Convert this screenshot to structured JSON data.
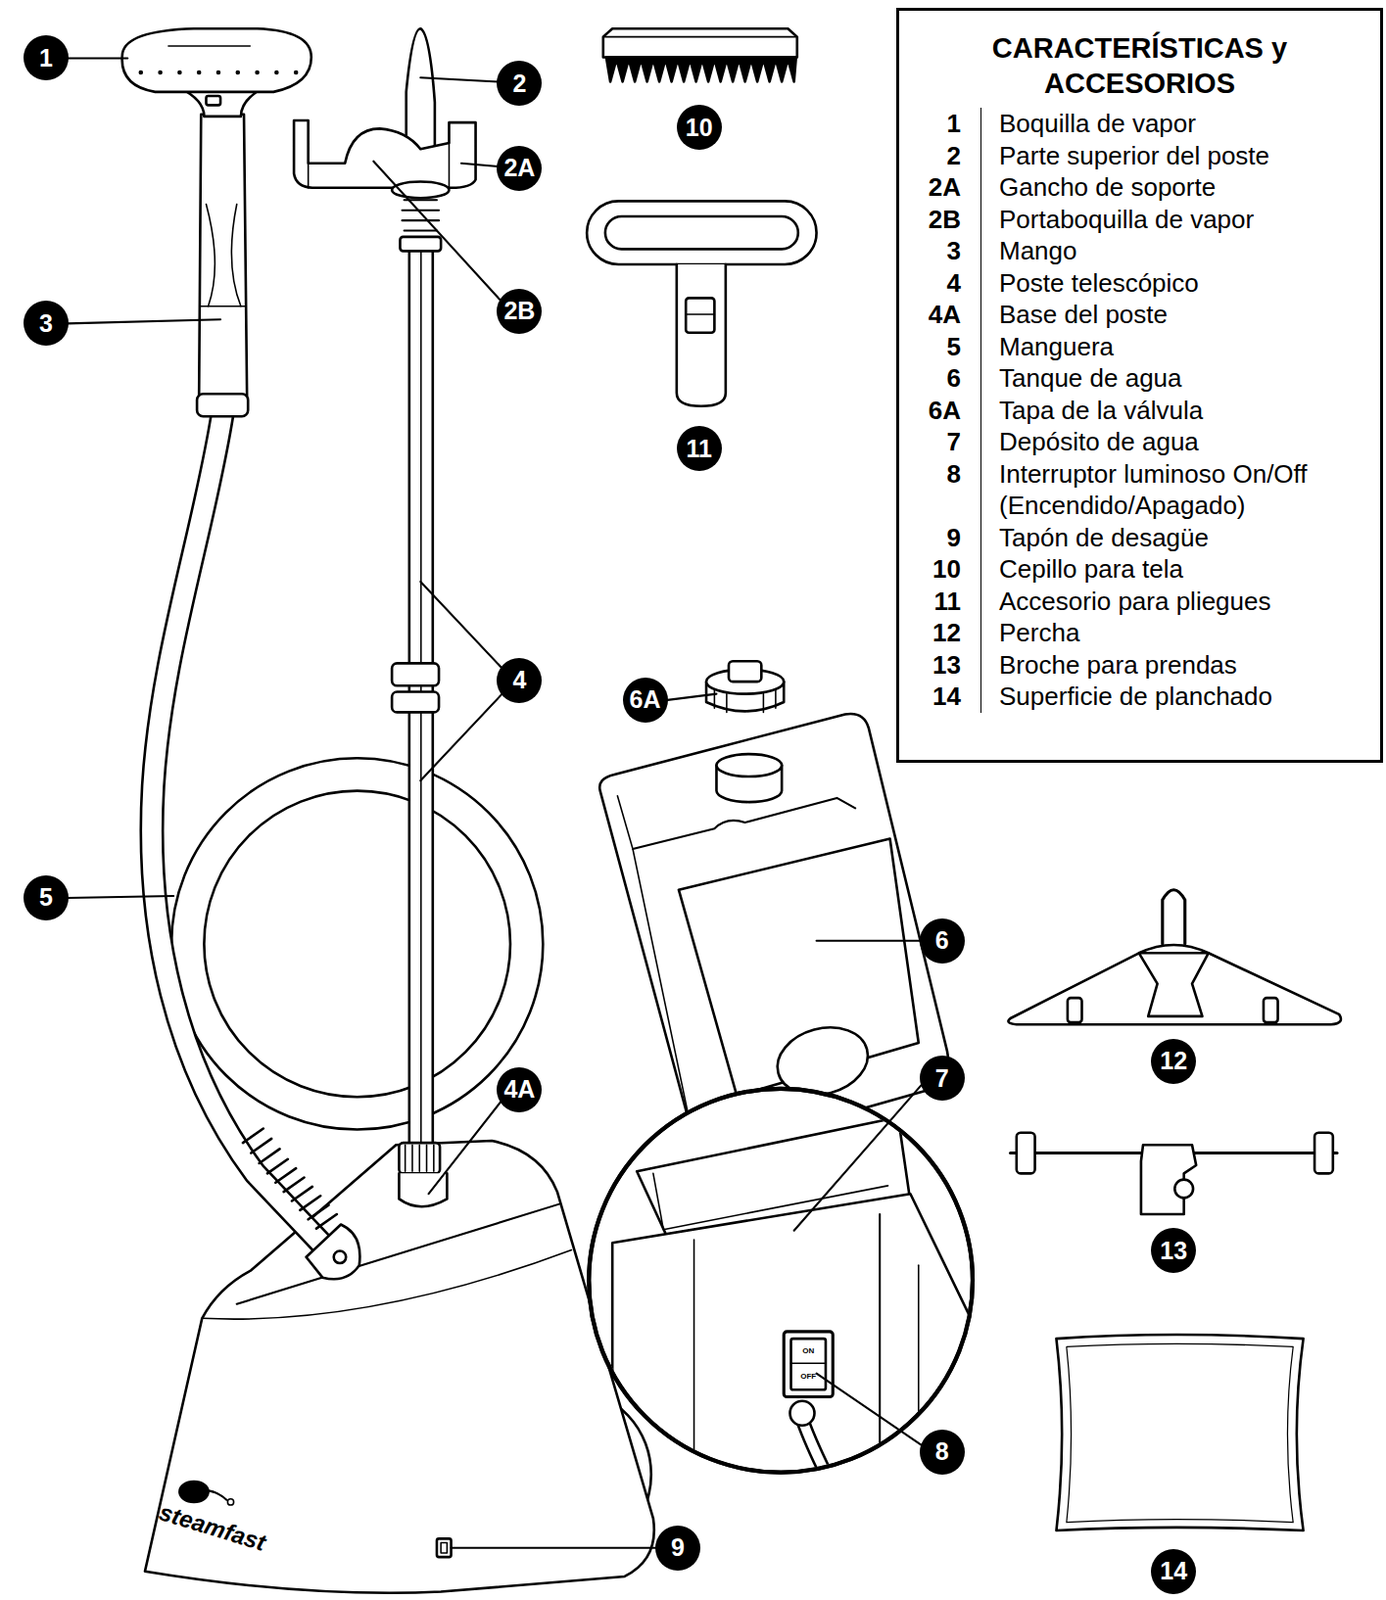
{
  "diagram": {
    "nodes": [
      {
        "text": [
          "CARACTERÍSTICAS y ACCESORIOS",
          "1",
          "Boquilla de vapor",
          "2",
          "Parte superior del poste",
          "2A",
          "Gancho de soporte",
          "2B",
          "Portaboquilla de vapor",
          "3",
          "Mango",
          "4",
          "Poste telescópico",
          "4A",
          "Base del poste",
          "5",
          "Manguera",
          "6",
          "Tanque de agua",
          "6A",
          "Tapa de la válvula",
          "7",
          "Depósito de agua",
          "8",
          "Interruptor luminoso On/Off (Encendido/Apagado)",
          "9",
          "Tapón de desagüe",
          "10",
          "Cepillo para tela",
          "11",
          "Accesorio para pliegues",
          "12",
          "Percha",
          "13",
          "Broche para prendas",
          "14",
          "Superficie de planchado"
        ]
      },
      {
        "text": [
          "1"
        ]
      },
      {
        "text": [
          "2"
        ]
      },
      {
        "text": [
          "10"
        ]
      },
      {
        "text": [
          "2A"
        ]
      },
      {
        "text": [
          "2B"
        ]
      },
      {
        "text": [
          "3"
        ]
      },
      {
        "text": [
          "11"
        ]
      },
      {
        "text": [
          "4"
        ]
      },
      {
        "text": [
          "6A"
        ]
      },
      {
        "text": [
          "5"
        ]
      },
      {
        "text": [
          "6"
        ]
      },
      {
        "text": [
          "12"
        ]
      },
      {
        "text": [
          "7"
        ]
      },
      {
        "text": [
          "4A"
        ]
      },
      {
        "text": [
          "13"
        ]
      },
      {
        "text": [
          "8"
        ]
      },
      {
        "text": [
          "9"
        ]
      },
      {
        "text": [
          "14"
        ]
      }
    ],
    "labels": [
      "steamfast",
      "ON",
      "OFF"
    ]
  }
}
